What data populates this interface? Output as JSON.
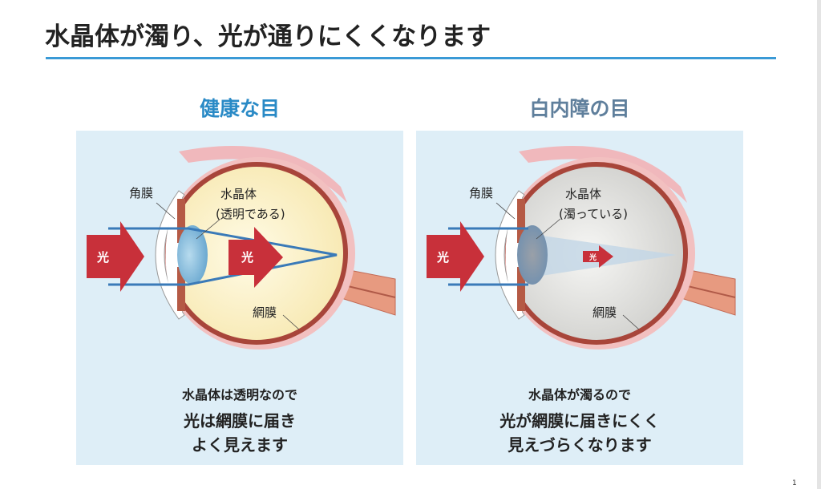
{
  "title": "水晶体が濁り、光が通りにくくなります",
  "page_number": "1",
  "healthy": {
    "heading": "健康な目",
    "labels": {
      "cornea": "角膜",
      "lens": "水晶体",
      "lens_note": "(透明である)",
      "retina": "網膜",
      "light": "光"
    },
    "caption": [
      "水晶体は透明なので",
      "光は網膜に届き",
      "よく見えます"
    ]
  },
  "cataract": {
    "heading": "白内障の目",
    "labels": {
      "cornea": "角膜",
      "lens": "水晶体",
      "lens_note": "(濁っている)",
      "retina": "網膜",
      "light": "光"
    },
    "caption": [
      "水晶体が濁るので",
      "光が網膜に届きにくく",
      "見えづらくなります"
    ]
  },
  "colors": {
    "accent": "#3a9ad6",
    "healthy_heading": "#2a8ac6",
    "cataract_heading": "#5f7f9c",
    "arrow": "#c8303a"
  }
}
